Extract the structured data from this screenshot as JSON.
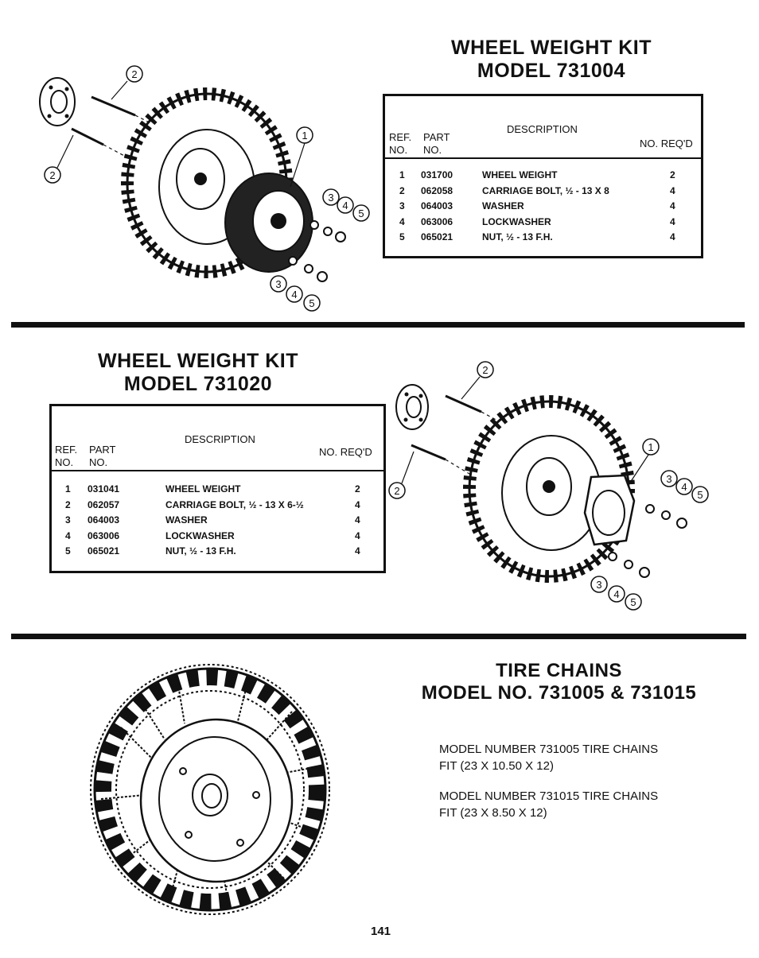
{
  "kit_731004": {
    "title_line1": "WHEEL WEIGHT KIT",
    "title_line2": "MODEL 731004",
    "table": {
      "col_ref": [
        "REF.",
        "NO."
      ],
      "col_part": [
        "PART",
        "NO."
      ],
      "col_description": "DESCRIPTION",
      "col_req": "NO. REQ'D",
      "rows": [
        {
          "ref": "1",
          "part": "031700",
          "description": "WHEEL WEIGHT",
          "qty": "2"
        },
        {
          "ref": "2",
          "part": "062058",
          "description": "CARRIAGE BOLT, ½ - 13 X 8",
          "qty": "4"
        },
        {
          "ref": "3",
          "part": "064003",
          "description": "WASHER",
          "qty": "4"
        },
        {
          "ref": "4",
          "part": "063006",
          "description": "LOCKWASHER",
          "qty": "4"
        },
        {
          "ref": "5",
          "part": "065021",
          "description": "NUT, ½ - 13 F.H.",
          "qty": "4"
        }
      ]
    },
    "callouts": [
      "1",
      "2",
      "2",
      "3",
      "4",
      "5",
      "3",
      "4",
      "5"
    ]
  },
  "kit_731020": {
    "title_line1": "WHEEL WEIGHT KIT",
    "title_line2": "MODEL 731020",
    "table": {
      "col_ref": [
        "REF.",
        "NO."
      ],
      "col_part": [
        "PART",
        "NO."
      ],
      "col_description": "DESCRIPTION",
      "col_req": "NO. REQ'D",
      "rows": [
        {
          "ref": "1",
          "part": "031041",
          "description": "WHEEL WEIGHT",
          "qty": "2"
        },
        {
          "ref": "2",
          "part": "062057",
          "description": "CARRIAGE BOLT, ½ - 13 X 6-½",
          "qty": "4"
        },
        {
          "ref": "3",
          "part": "064003",
          "description": "WASHER",
          "qty": "4"
        },
        {
          "ref": "4",
          "part": "063006",
          "description": "LOCKWASHER",
          "qty": "4"
        },
        {
          "ref": "5",
          "part": "065021",
          "description": "NUT, ½ - 13 F.H.",
          "qty": "4"
        }
      ]
    },
    "callouts": [
      "2",
      "2",
      "1",
      "3",
      "4",
      "5",
      "3",
      "4",
      "5"
    ]
  },
  "tire_chains": {
    "title_line1": "TIRE CHAINS",
    "title_line2": "MODEL NO. 731005 & 731015",
    "note1_line1": "MODEL NUMBER 731005 TIRE CHAINS",
    "note1_line2": "FIT (23 X 10.50 X 12)",
    "note2_line1": "MODEL NUMBER 731015 TIRE CHAINS",
    "note2_line2": "FIT (23 X 8.50 X 12)"
  },
  "page_number": "141"
}
